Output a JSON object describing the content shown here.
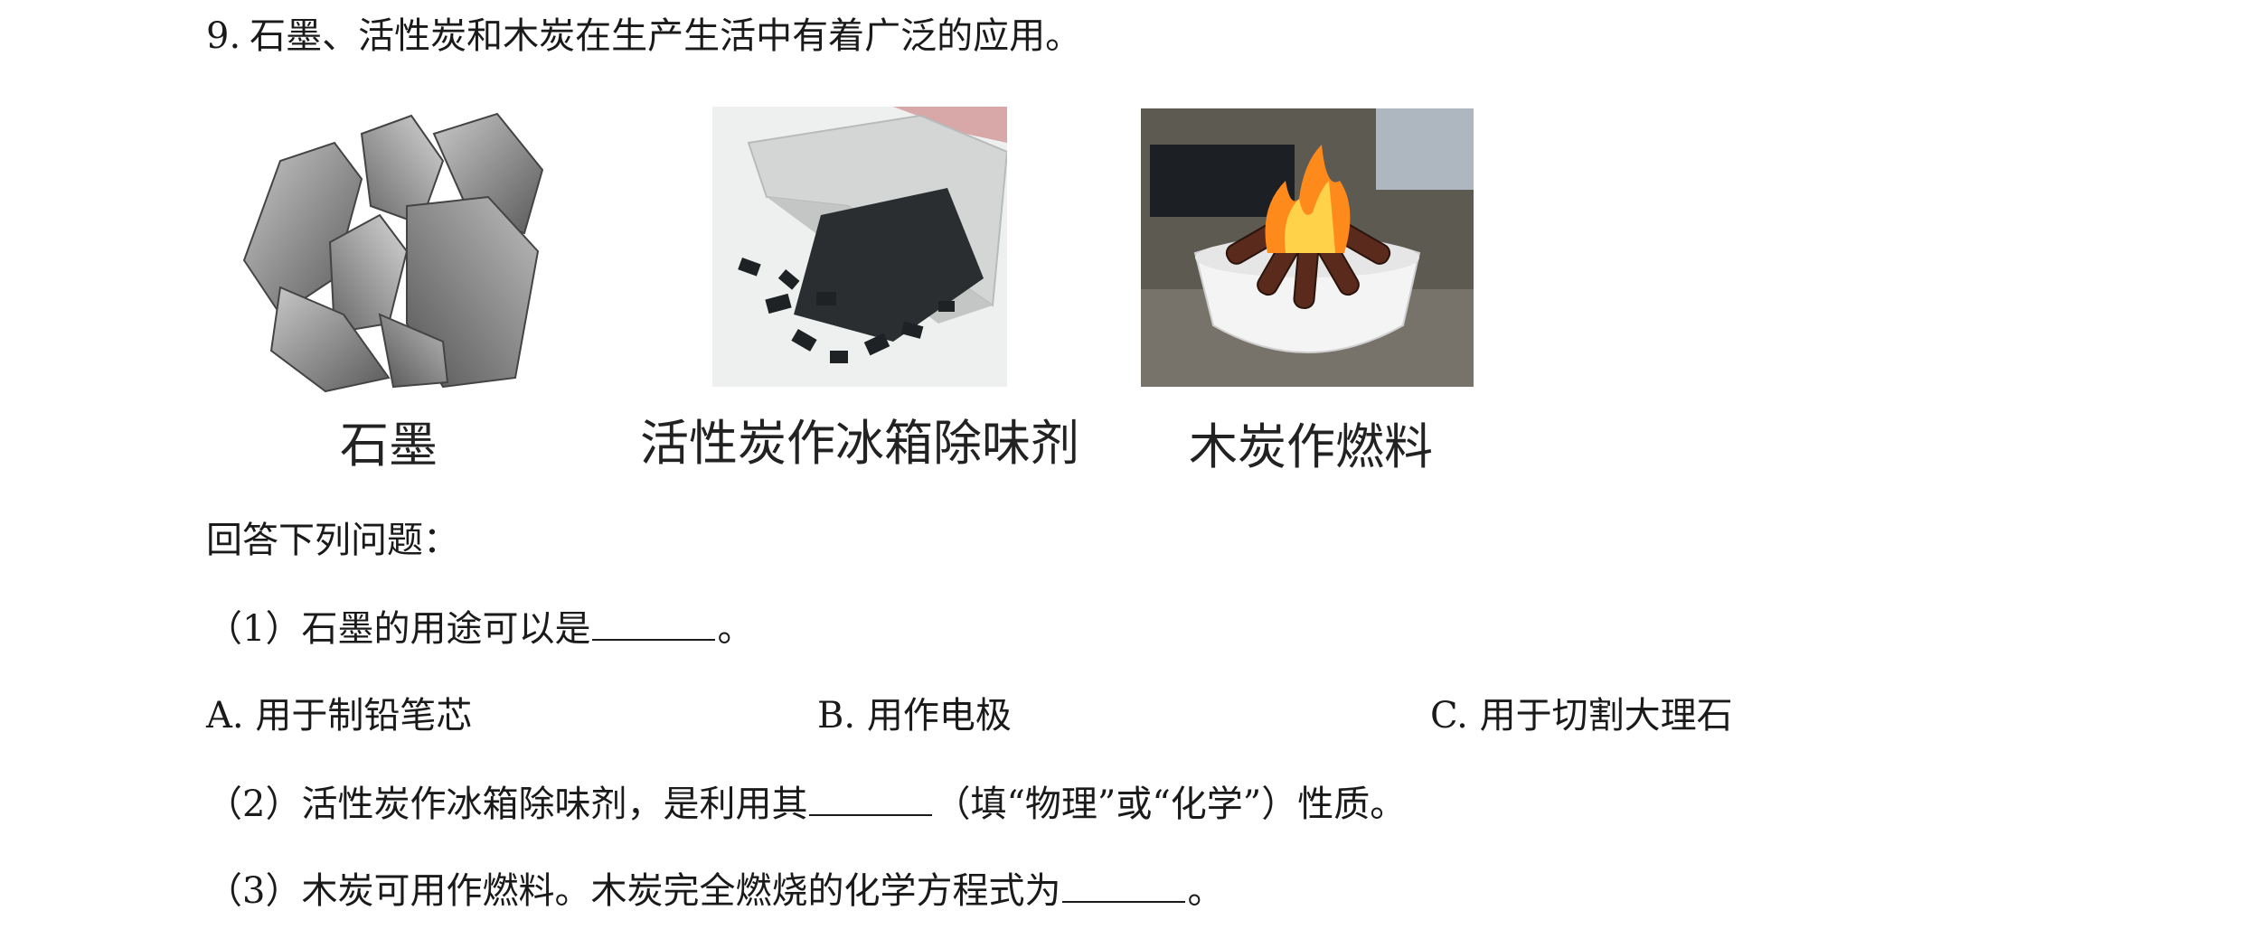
{
  "question": {
    "number": "9.",
    "stem": "石墨、活性炭和木炭在生产生活中有着广泛的应用。"
  },
  "figures": [
    {
      "caption": "石墨",
      "icon": "graphite-photo"
    },
    {
      "caption": "活性炭作冰箱除味剂",
      "icon": "activated-carbon-photo"
    },
    {
      "caption": "木炭作燃料",
      "icon": "charcoal-fire-photo"
    }
  ],
  "prompt": "回答下列问题：",
  "q1": {
    "prefix": "（1）石墨的用途可以是",
    "suffix": "。"
  },
  "options": [
    {
      "letter": "A.",
      "text": "用于制铅笔芯"
    },
    {
      "letter": "B.",
      "text": "用作电极"
    },
    {
      "letter": "C.",
      "text": "用于切割大理石"
    }
  ],
  "q2": {
    "prefix": "（2）活性炭作冰箱除味剂，是利用其",
    "suffix": "（填“物理”或“化学”）性质。"
  },
  "q3": {
    "prefix": "（3）木炭可用作燃料。木炭完全燃烧的化学方程式为",
    "suffix": "。"
  }
}
